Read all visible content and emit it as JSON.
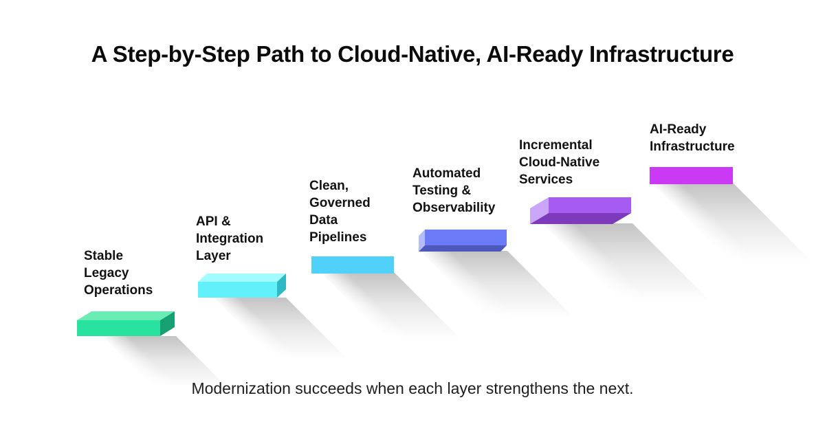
{
  "title": "A Step-by-Step Path to Cloud-Native, AI-Ready Infrastructure",
  "footer": "Modernization succeeds when each layer strengthens the next.",
  "steps": [
    {
      "label": "Stable Legacy Operations",
      "colors": {
        "front": "#2AE2A0",
        "top": "#68EDB5",
        "side": "#17A173"
      }
    },
    {
      "label": "API & Integration Layer",
      "colors": {
        "front": "#62F0FB",
        "top": "#A2FBFF",
        "side": "#2FB9C5"
      }
    },
    {
      "label": "Clean, Governed Data Pipelines",
      "colors": {
        "front": "#4FD1FA"
      }
    },
    {
      "label": "Automated Testing & Observability",
      "colors": {
        "front": "#6B7AF6",
        "left": "#B4BDFC",
        "bottom": "#4C58BA"
      }
    },
    {
      "label": "Incremental Cloud-Native Services",
      "colors": {
        "front": "#A75CF1",
        "left": "#CAA6F9",
        "bottom": "#7D3ABA"
      }
    },
    {
      "label": "AI-Ready Infrastructure",
      "colors": {
        "front": "#CA39F3"
      }
    }
  ]
}
